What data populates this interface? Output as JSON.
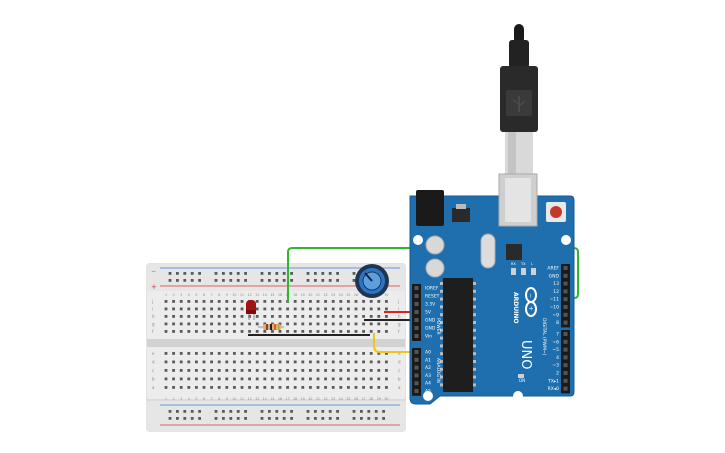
{
  "breadboard": {
    "col_numbers": [
      "1",
      "2",
      "3",
      "4",
      "5",
      "6",
      "7",
      "8",
      "9",
      "10",
      "11",
      "12",
      "13",
      "14",
      "15",
      "16",
      "17",
      "18",
      "19",
      "20",
      "21",
      "22",
      "23",
      "24",
      "25",
      "26",
      "27",
      "28",
      "29",
      "30"
    ],
    "row_letters_top": [
      "j",
      "i",
      "h",
      "g",
      "f"
    ],
    "row_letters_bottom": [
      "e",
      "d",
      "c",
      "b",
      "a"
    ],
    "rail_plus": "+",
    "rail_minus": "−"
  },
  "arduino": {
    "brand": "ARDUINO",
    "model": "UNO",
    "power_header_title": "POWER",
    "analog_header_title": "ANALOG IN",
    "digital_header_title": "DIGITAL (PWM~)",
    "power_pins": [
      "IOREF",
      "RESET",
      "3.3V",
      "5V",
      "GND",
      "GND",
      "Vin"
    ],
    "analog_pins": [
      "A0",
      "A1",
      "A2",
      "A3",
      "A4",
      "A5"
    ],
    "digital_pins_top": [
      "AREF",
      "GND",
      "13",
      "12",
      "~11",
      "~10",
      "~9",
      "8"
    ],
    "digital_pins_bottom": [
      "7",
      "~6",
      "~5",
      "4",
      "~3",
      "2",
      "TX▸1",
      "RX◂0"
    ],
    "led_labels": [
      "RX",
      "TX",
      "L"
    ],
    "on_label": "ON"
  },
  "wires": {
    "signal_color": "#2eb82e",
    "power_color": "#e02020",
    "ground_color": "#222222",
    "analog_color": "#f0c419"
  }
}
